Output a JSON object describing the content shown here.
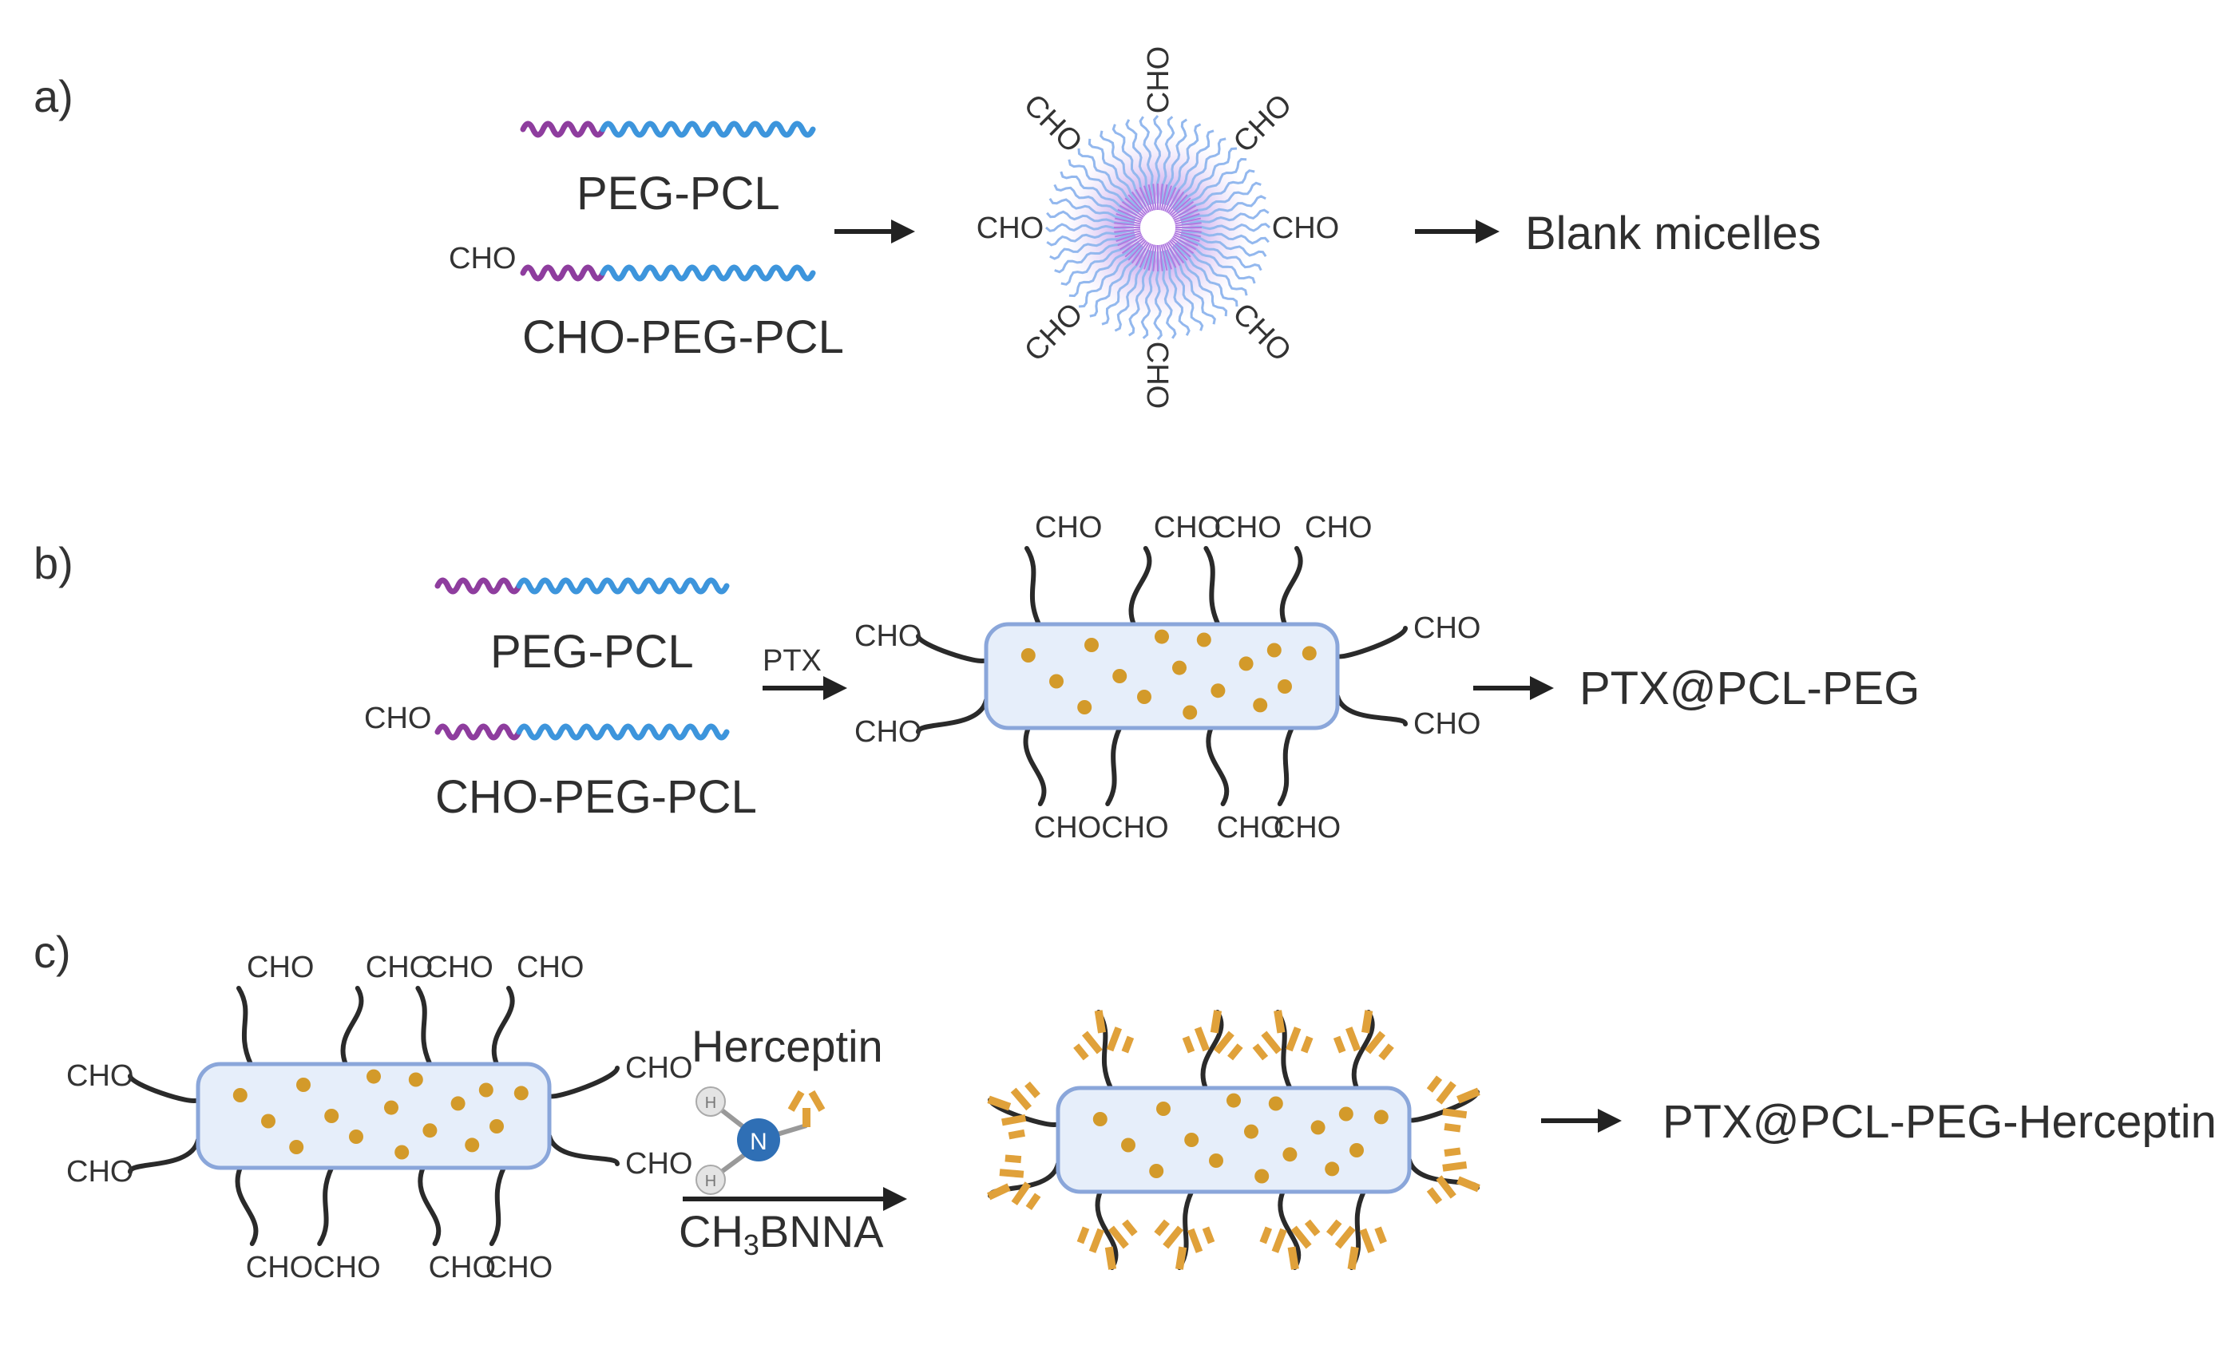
{
  "panels": {
    "a": {
      "label": "a)",
      "chain1": "PEG-PCL",
      "chain2_prefix": "CHO",
      "chain2": "CHO-PEG-PCL",
      "micelle_group": "CHO",
      "product": "Blank micelles"
    },
    "b": {
      "label": "b)",
      "chain1": "PEG-PCL",
      "chain2_prefix": "CHO",
      "chain2": "CHO-PEG-PCL",
      "reagent": "PTX",
      "group": "CHO",
      "product": "PTX@PCL-PEG"
    },
    "c": {
      "label": "c)",
      "group": "CHO",
      "reagent_top": "Herceptin",
      "reagent_bottom_pre": "CH",
      "reagent_bottom_sub": "3",
      "reagent_bottom_post": "BNNA",
      "atom_h": "H",
      "atom_n": "N",
      "product": "PTX@PCL-PEG-Herceptin"
    }
  },
  "colors": {
    "peg": "#8e3d9e",
    "pcl": "#3d95dc",
    "micelle_core": "#b07ae0",
    "micelle_arm": "#93b8ee",
    "capsule_fill": "#e6eefa",
    "capsule_stroke": "#8aa6da",
    "drug": "#d39a2a",
    "tether": "#2a2a2a",
    "antibody": "#e0a13a",
    "arrow": "#222222"
  }
}
